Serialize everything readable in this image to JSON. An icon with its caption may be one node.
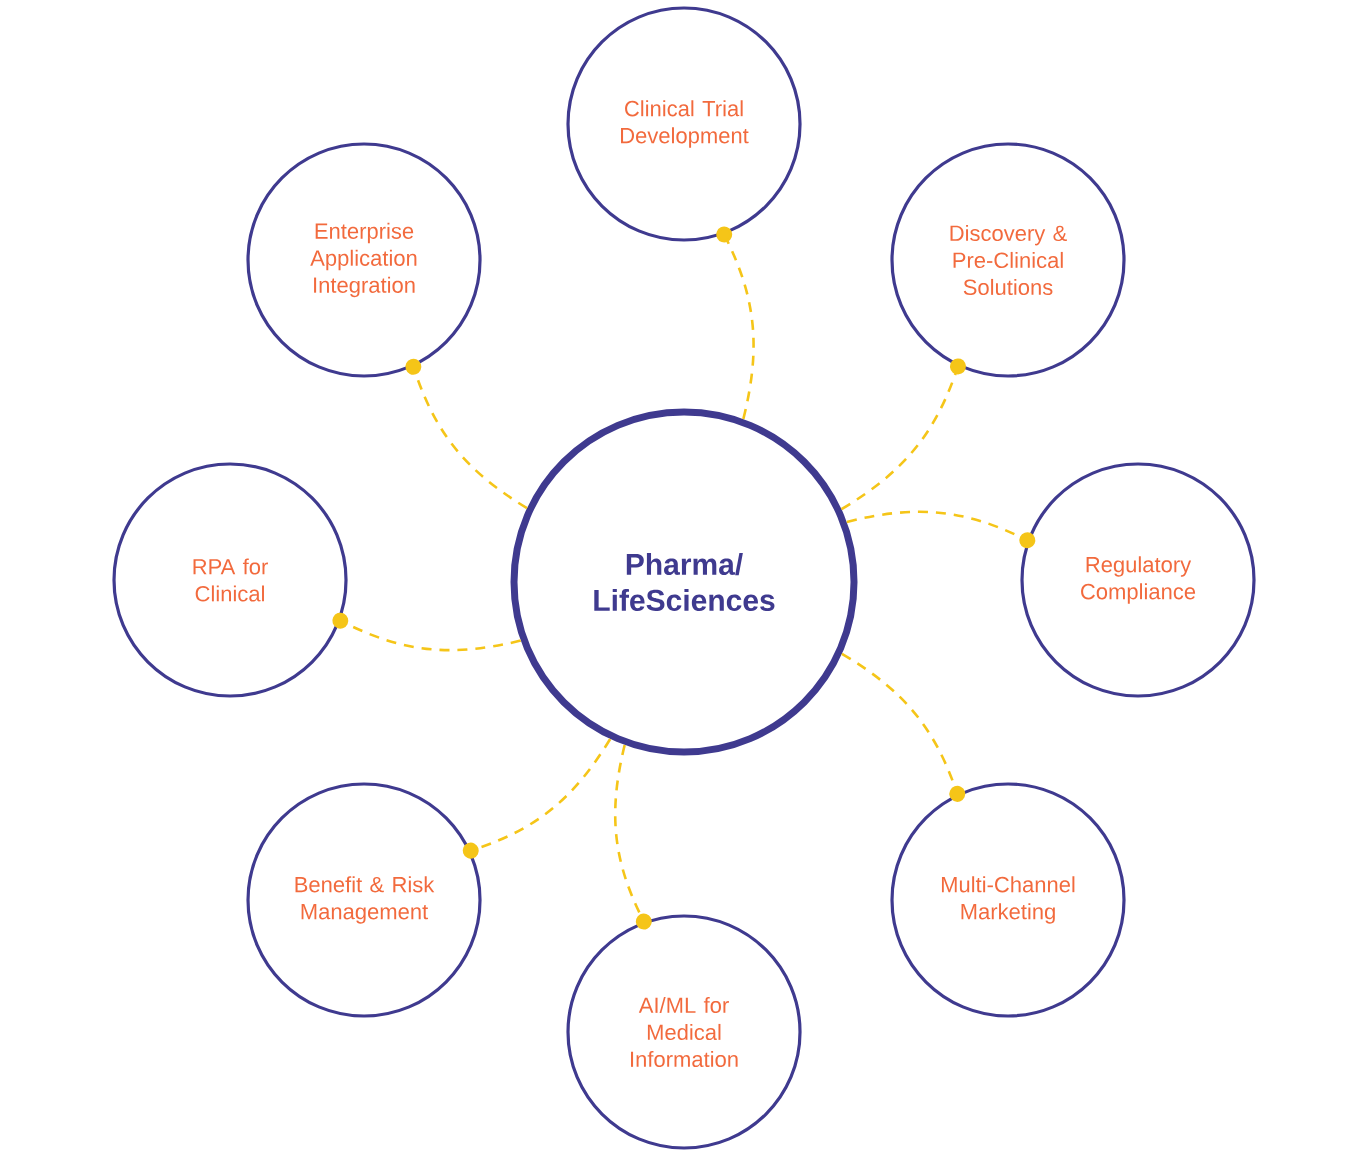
{
  "diagram": {
    "nodes": [
      {
        "text": [
          "Pharma/ LifeSciences"
        ]
      },
      {
        "text": [
          "Clinical Trial Development"
        ]
      },
      {
        "text": [
          "Enterprise Application Integration"
        ]
      },
      {
        "text": [
          "Discovery & Pre-Clinical Solutions"
        ]
      },
      {
        "text": [
          "RPA for Clinical"
        ]
      },
      {
        "text": [
          "Regulatory Compliance"
        ]
      },
      {
        "text": [
          "Benefit & Risk Management"
        ]
      },
      {
        "text": [
          "Multi-Channel Marketing"
        ]
      },
      {
        "text": [
          "AI/ML for Medical Information"
        ]
      }
    ],
    "edges": [
      {
        "from": 0,
        "to": 1,
        "arrow": "other",
        "style": "dashed"
      },
      {
        "from": 0,
        "to": 2,
        "arrow": "other",
        "style": "dashed"
      },
      {
        "from": 0,
        "to": 3,
        "arrow": "other",
        "style": "dashed"
      },
      {
        "from": 0,
        "to": 4,
        "arrow": "other",
        "style": "dashed"
      },
      {
        "from": 0,
        "to": 5,
        "arrow": "other",
        "style": "dashed"
      },
      {
        "from": 0,
        "to": 6,
        "arrow": "other",
        "style": "dashed"
      },
      {
        "from": 0,
        "to": 7,
        "arrow": "other",
        "style": "dashed"
      },
      {
        "from": 0,
        "to": 8,
        "arrow": "other",
        "style": "dashed"
      }
    ]
  }
}
